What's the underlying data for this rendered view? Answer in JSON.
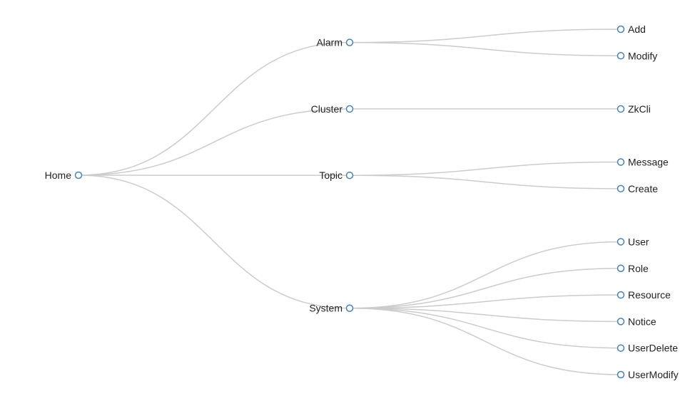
{
  "tree": {
    "label": "Home",
    "children": [
      {
        "label": "Alarm",
        "children": [
          {
            "label": "Add"
          },
          {
            "label": "Modify"
          }
        ]
      },
      {
        "label": "Cluster",
        "children": [
          {
            "label": "ZkCli"
          }
        ]
      },
      {
        "label": "Topic",
        "children": [
          {
            "label": "Message"
          },
          {
            "label": "Create"
          }
        ]
      },
      {
        "label": "System",
        "children": [
          {
            "label": "User"
          },
          {
            "label": "Role"
          },
          {
            "label": "Resource"
          },
          {
            "label": "Notice"
          },
          {
            "label": "UserDelete"
          },
          {
            "label": "UserModify"
          }
        ]
      }
    ]
  },
  "colors": {
    "link": "#cccccc",
    "node_stroke": "#4682b4",
    "node_fill": "#ffffff",
    "text": "#222222"
  }
}
